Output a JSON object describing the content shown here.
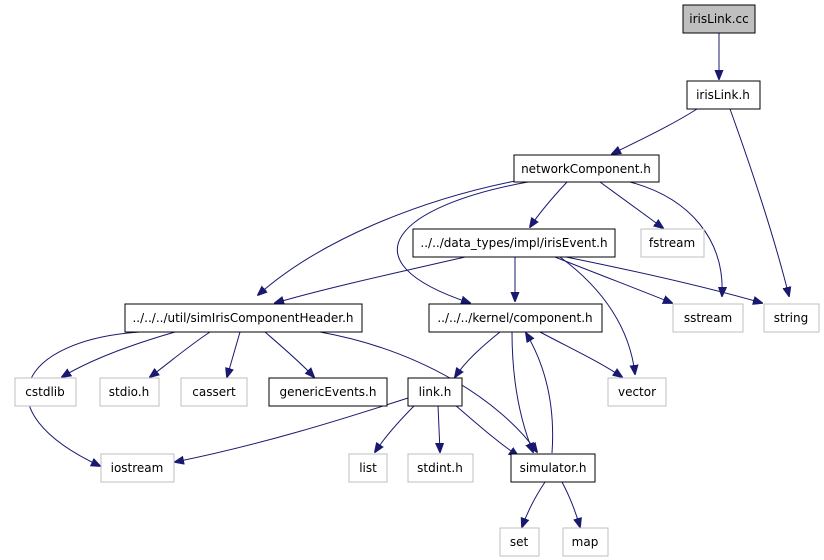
{
  "graph": {
    "colors": {
      "edge": "#191970",
      "root_fill": "#bfbfbf",
      "external_border": "#bfbfbf",
      "node_border": "#000000"
    },
    "nodes": {
      "irisLink_cc": {
        "label": "irisLink.cc",
        "kind": "root"
      },
      "irisLink_h": {
        "label": "irisLink.h",
        "kind": "file"
      },
      "networkComponent_h": {
        "label": "networkComponent.h",
        "kind": "file"
      },
      "irisEvent_h": {
        "label": "../../data_types/impl/irisEvent.h",
        "kind": "file"
      },
      "fstream": {
        "label": "fstream",
        "kind": "external"
      },
      "simIrisComponentHeader_h": {
        "label": "../../../util/simIrisComponentHeader.h",
        "kind": "file"
      },
      "component_h": {
        "label": "../../../kernel/component.h",
        "kind": "file"
      },
      "sstream": {
        "label": "sstream",
        "kind": "external"
      },
      "string": {
        "label": "string",
        "kind": "external"
      },
      "cstdlib": {
        "label": "cstdlib",
        "kind": "external"
      },
      "stdio_h": {
        "label": "stdio.h",
        "kind": "external"
      },
      "cassert": {
        "label": "cassert",
        "kind": "external"
      },
      "genericEvents_h": {
        "label": "genericEvents.h",
        "kind": "file"
      },
      "link_h": {
        "label": "link.h",
        "kind": "file"
      },
      "vector": {
        "label": "vector",
        "kind": "external"
      },
      "iostream": {
        "label": "iostream",
        "kind": "external"
      },
      "list": {
        "label": "list",
        "kind": "external"
      },
      "stdint_h": {
        "label": "stdint.h",
        "kind": "external"
      },
      "simulator_h": {
        "label": "simulator.h",
        "kind": "file"
      },
      "set": {
        "label": "set",
        "kind": "external"
      },
      "map": {
        "label": "map",
        "kind": "external"
      }
    }
  }
}
